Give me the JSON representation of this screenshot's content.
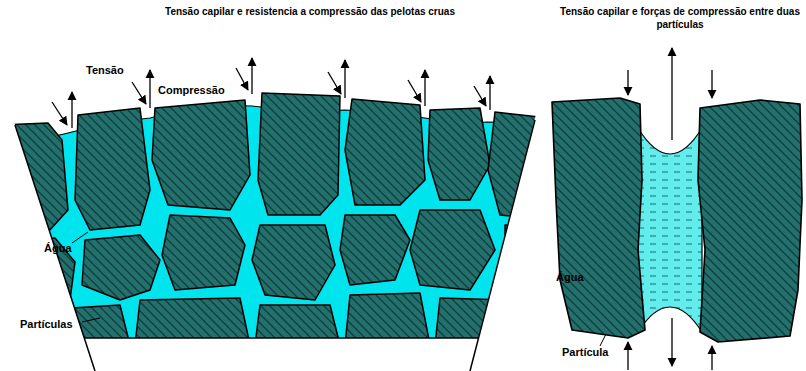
{
  "diagram": {
    "title": "Tensão capilar e resistencia a compressão das pelotas cruas",
    "labels": [
      "Tensão capilar e forças de compressão entre duas partículas",
      "Tensão",
      "Compressão",
      "Água",
      "Partículas",
      "Água",
      "Partícula"
    ]
  }
}
